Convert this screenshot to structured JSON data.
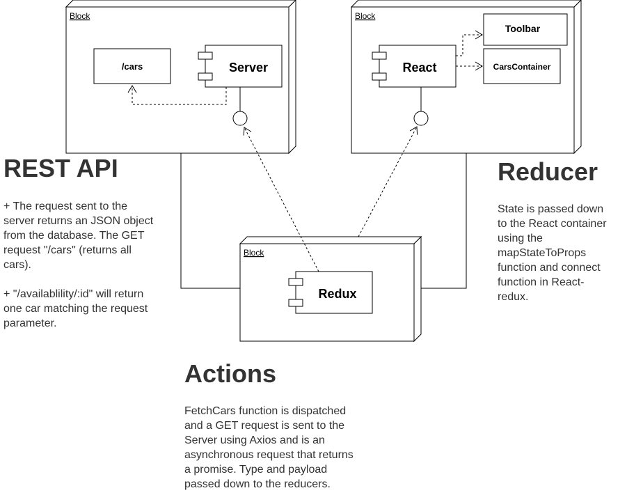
{
  "nodes": {
    "server_node": {
      "label": "Block"
    },
    "react_node": {
      "label": "Block"
    },
    "redux_node": {
      "label": "Block"
    }
  },
  "components": {
    "cars": "/cars",
    "server": "Server",
    "react": "React",
    "toolbar": "Toolbar",
    "cars_container": "CarsContainer",
    "redux": "Redux"
  },
  "notes": {
    "rest_api": {
      "title": "REST API",
      "para1": [
        "+ The request sent to the",
        "server returns an JSON object",
        "from the database. The GET",
        "request \"/cars\" (returns all",
        "cars)."
      ],
      "para2": [
        "+ \"/availablility/:id\" will return",
        "one car matching the request",
        "parameter."
      ]
    },
    "reducer": {
      "title": "Reducer",
      "body": [
        "State is passed down",
        "to the React container",
        "using the",
        "mapStateToProps",
        "function and connect",
        "function in React-",
        "redux."
      ]
    },
    "actions": {
      "title": "Actions",
      "body": [
        "FetchCars function is dispatched",
        "and a GET request is sent to the",
        "Server using Axios and is an",
        "asynchronous request that returns",
        "a promise. Type and payload",
        "passed down to the reducers."
      ]
    }
  }
}
